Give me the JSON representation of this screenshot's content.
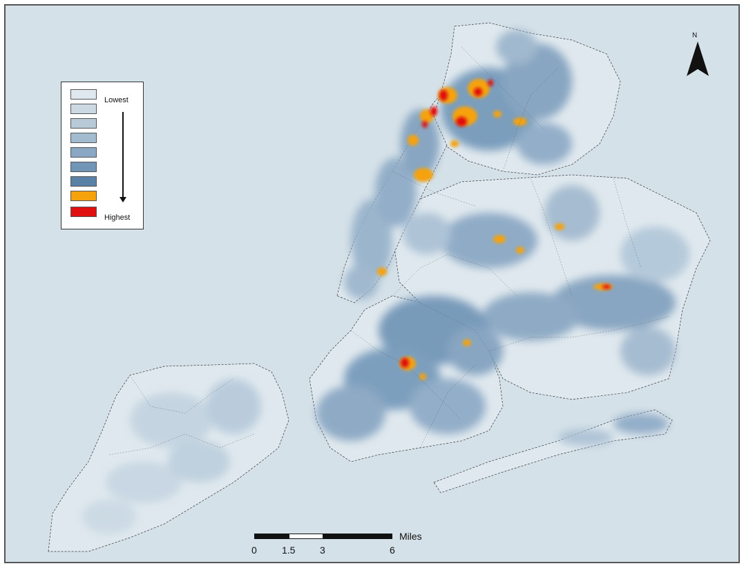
{
  "legend": {
    "lowest_label": "Lowest",
    "highest_label": "Highest",
    "classes": [
      "#dfe8ee",
      "#ccd9e2",
      "#b8cad8",
      "#a3bbcf",
      "#8aa8c4",
      "#7195b6",
      "#5a82a6",
      "#f5a20d",
      "#e01010"
    ]
  },
  "north_arrow": {
    "label": "N"
  },
  "scale_bar": {
    "unit": "Miles",
    "ticks": [
      "0",
      "1.5",
      "3",
      "6"
    ]
  },
  "colors": {
    "water": "#d5e1e8",
    "land": "#e3ebf0",
    "density_low": "#b0c6d8",
    "density_mid": "#7f9fbd",
    "density_high": "#5b7fa5",
    "hotspot_orange": "#f5a20d",
    "hotspot_red": "#e01010"
  }
}
